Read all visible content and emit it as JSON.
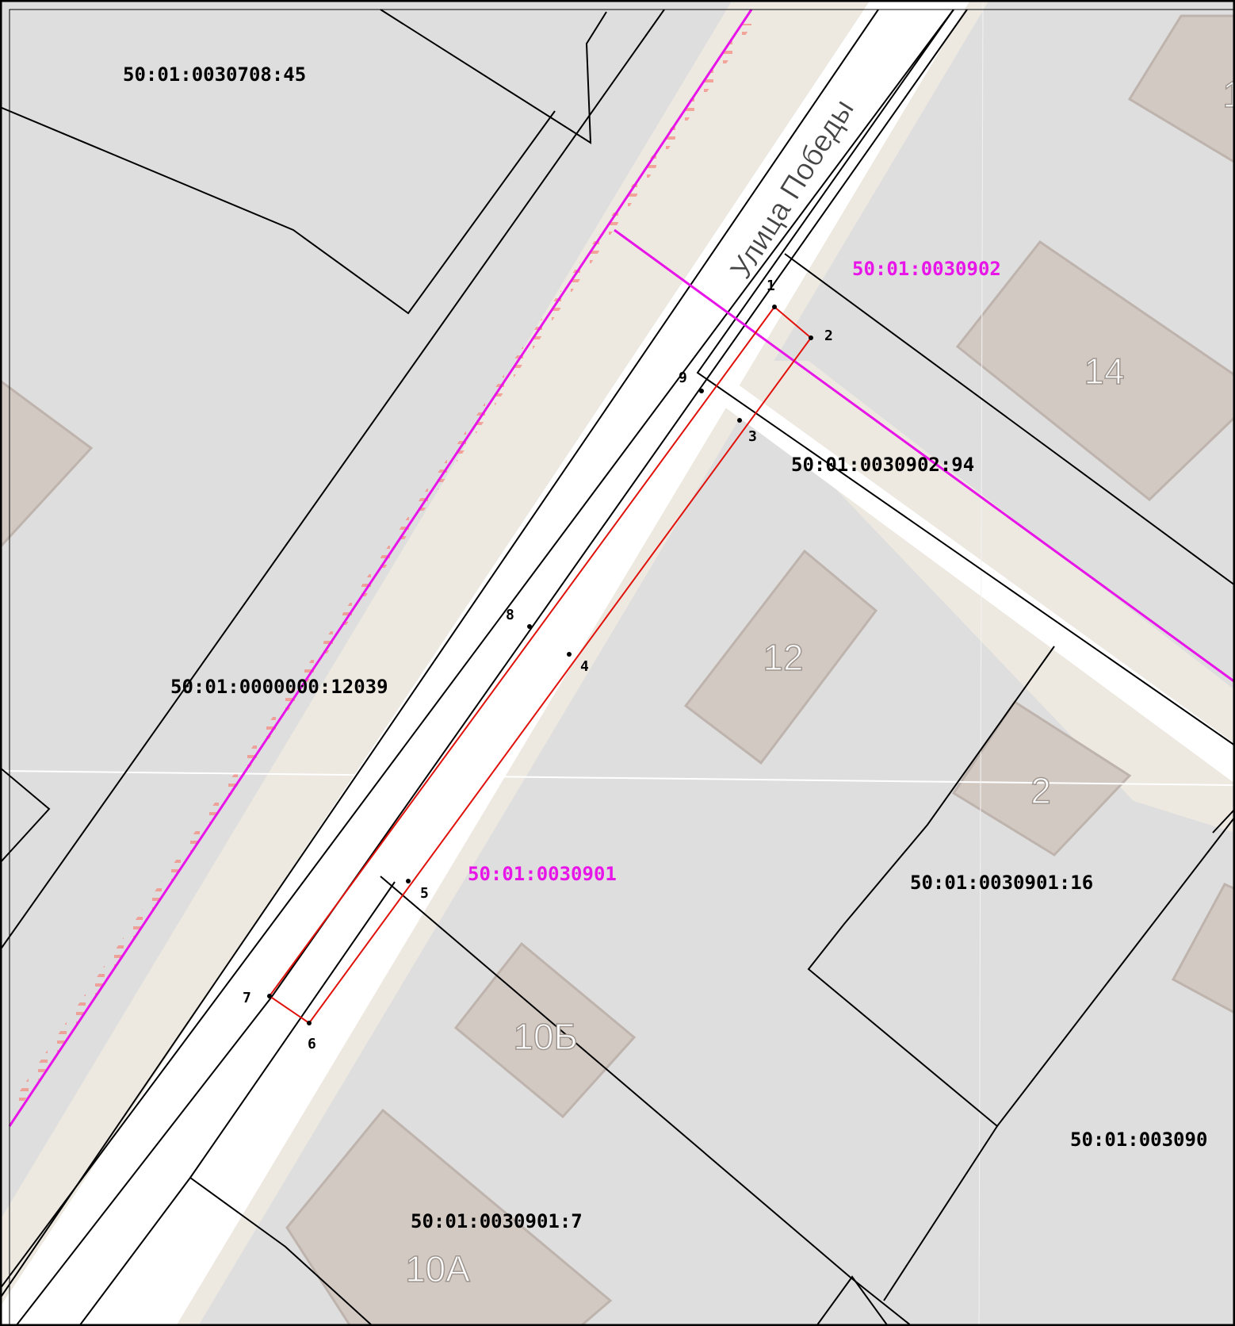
{
  "street_name": "Улица Победы",
  "colors": {
    "background": "#dedede",
    "road": "#ffffff",
    "sidewalk": "#ede9e1",
    "building": "#d3c9c3",
    "building_edge": "#beb4ad",
    "building_number": "#ffffff",
    "parcel_line": "#000000",
    "quarter_line": "#e815e8",
    "plot_outline": "#e0120b",
    "hatch": "#f48a7e"
  },
  "parcels": [
    {
      "id": "p45",
      "label": "50:01:0030708:45"
    },
    {
      "id": "p12039",
      "label": "50:01:0000000:12039"
    },
    {
      "id": "p94",
      "label": "50:01:0030902:94"
    },
    {
      "id": "p16",
      "label": "50:01:0030901:16"
    },
    {
      "id": "p7",
      "label": "50:01:0030901:7"
    },
    {
      "id": "pcut",
      "label": "50:01:003090"
    }
  ],
  "quarters": [
    {
      "id": "q902",
      "label": "50:01:0030902"
    },
    {
      "id": "q901",
      "label": "50:01:0030901"
    }
  ],
  "buildings": [
    {
      "id": "b14",
      "number": "14"
    },
    {
      "id": "b12",
      "number": "12"
    },
    {
      "id": "b2",
      "number": "2"
    },
    {
      "id": "b10b",
      "number": "10Б"
    },
    {
      "id": "b10a",
      "number": "10А"
    },
    {
      "id": "b1",
      "number": "1"
    }
  ],
  "plot_points": [
    "1",
    "2",
    "3",
    "4",
    "5",
    "6",
    "7",
    "8",
    "9"
  ]
}
